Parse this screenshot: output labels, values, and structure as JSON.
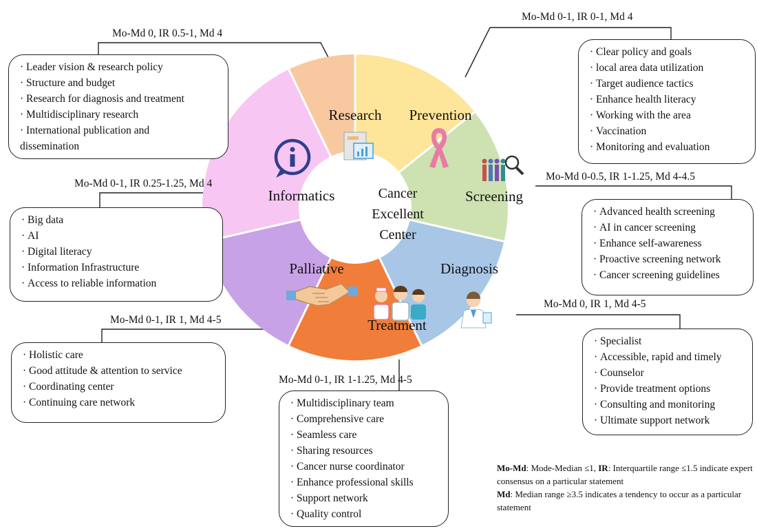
{
  "center": {
    "line1": "Cancer",
    "line2": "Excellent",
    "line3": "Center"
  },
  "segments": [
    {
      "key": "research",
      "label": "Research",
      "color": "#F8C9A0"
    },
    {
      "key": "prevention",
      "label": "Prevention",
      "color": "#FDE599"
    },
    {
      "key": "screening",
      "label": "Screening",
      "color": "#CDE2B0"
    },
    {
      "key": "diagnosis",
      "label": "Diagnosis",
      "color": "#A8C7E7"
    },
    {
      "key": "treatment",
      "label": "Treatment",
      "color": "#F07D3A"
    },
    {
      "key": "palliative",
      "label": "Palliative",
      "color": "#C8A2E6"
    },
    {
      "key": "informatics",
      "label": "Informatics",
      "color": "#F7C6F3"
    }
  ],
  "boxes": {
    "research": {
      "stat": "Mo-Md 0, IR 0.5-1, Md 4",
      "items": [
        "Leader vision & research policy",
        "Structure and budget",
        "Research for diagnosis and treatment",
        "Multidisciplinary research",
        "International publication and",
        "dissemination"
      ]
    },
    "prevention": {
      "stat": "Mo-Md 0-1, IR 0-1, Md 4",
      "items": [
        "Clear policy and goals",
        "local area data utilization",
        "Target audience tactics",
        "Enhance health literacy",
        "Working with the area",
        "Vaccination",
        "Monitoring and evaluation"
      ]
    },
    "informatics": {
      "stat": "Mo-Md 0-1, IR 0.25-1.25, Md 4",
      "items": [
        "Big data",
        "AI",
        "Digital literacy",
        "Information Infrastructure",
        "Access to reliable information"
      ]
    },
    "screening": {
      "stat": "Mo-Md 0-0.5, IR 1-1.25, Md 4-4.5",
      "items": [
        "Advanced health screening",
        "AI in cancer screening",
        "Enhance self-awareness",
        "Proactive screening network",
        "Cancer screening guidelines"
      ]
    },
    "diagnosis": {
      "stat": "Mo-Md 0, IR 1, Md 4-5",
      "items": [
        "Specialist",
        "Accessible, rapid and timely",
        "Counselor",
        "Provide treatment options",
        "Consulting and monitoring",
        "Ultimate support network"
      ]
    },
    "palliative": {
      "stat": "Mo-Md 0-1, IR 1, Md 4-5",
      "items": [
        "Holistic care",
        "Good attitude & attention to service",
        "Coordinating center",
        "Continuing care network"
      ]
    },
    "treatment": {
      "stat": "Mo-Md 0-1, IR 1-1.25, Md 4-5",
      "items": [
        "Multidisciplinary team",
        "Comprehensive care",
        "Seamless care",
        "Sharing resources",
        "Cancer nurse coordinator",
        "Enhance professional skills",
        "Support network",
        "Quality control"
      ]
    }
  },
  "legend": {
    "mo_md_term": "Mo-Md",
    "mo_md_text": ": Mode-Median ≤1, ",
    "ir_term": "IR",
    "ir_text": ": Interquartile range ≤1.5 indicate expert consensus on a particular statement",
    "md_term": "Md",
    "md_text": ": Median range ≥3.5 indicates a tendency to occur as a particular statement"
  }
}
